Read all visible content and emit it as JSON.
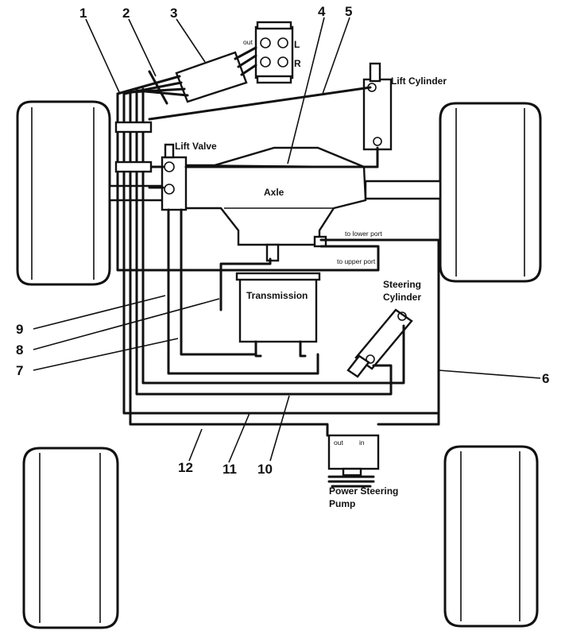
{
  "labels": {
    "lift_cylinder": "Lift Cylinder",
    "lift_valve": "Lift Valve",
    "axle": "Axle",
    "transmission": "Transmission",
    "steering_cylinder_line1": "Steering",
    "steering_cylinder_line2": "Cylinder",
    "to_lower_port": "to lower port",
    "to_upper_port": "to upper port",
    "pump_line1": "Power Steering",
    "pump_line2": "Pump",
    "pump_out": "out",
    "pump_in": "in",
    "control_out": "out",
    "control_l": "L",
    "control_r": "R"
  },
  "callouts": {
    "c1": "1",
    "c2": "2",
    "c3": "3",
    "c4": "4",
    "c5": "5",
    "c6": "6",
    "c7": "7",
    "c8": "8",
    "c9": "9",
    "c10": "10",
    "c11": "11",
    "c12": "12"
  }
}
